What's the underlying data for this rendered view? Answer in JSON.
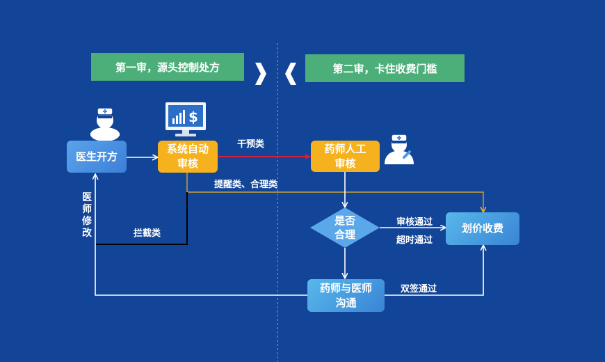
{
  "banners": {
    "left": "第一审，源头控制处方",
    "right": "第二审，卡住收费门槛"
  },
  "nodes": {
    "doctor_prescribe": "医生开方",
    "system_review": "系统自动\n审核",
    "pharmacist_review": "药师人工\n审核",
    "is_reasonable": "是否\n合理",
    "pricing": "划价收费",
    "communicate": "药师与医师\n沟通"
  },
  "edge_labels": {
    "intervene": "干预类",
    "remind": "提醒类、合理类",
    "intercept": "拦截类",
    "doctor_modify": "医师修改",
    "review_pass": "审核通过",
    "timeout_pass": "超时通过",
    "dual_sign_pass": "双签通过"
  },
  "icons": {
    "doctor": "doctor-icon",
    "monitor": "monitor-dollar-icon",
    "pharmacist": "pharmacist-icon"
  },
  "colors": {
    "background": "#124497",
    "banner": "#4caf7a",
    "orange_node": "#f5b21e",
    "intervene_arrow": "#d81e3a",
    "remind_line": "#f5b21e",
    "divider": "#8da86a"
  }
}
